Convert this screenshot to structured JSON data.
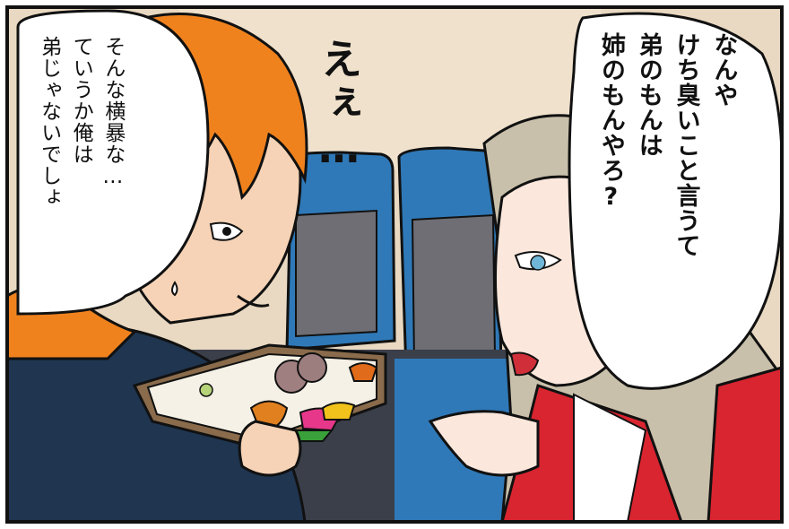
{
  "left_bubble": {
    "text": "そんな横暴な…\nていうか俺は\n弟じゃないでしょ"
  },
  "right_bubble": {
    "text": "なんや\nけち臭いこと言うて\n弟のもんは\n姉のもんやろ?"
  },
  "sound_effect": {
    "text": "えぇ…"
  },
  "colors": {
    "seat_blue": "#2f79b8",
    "hair_orange": "#f0821e",
    "jacket_red": "#d92530",
    "sweater_navy": "#1f3550"
  }
}
